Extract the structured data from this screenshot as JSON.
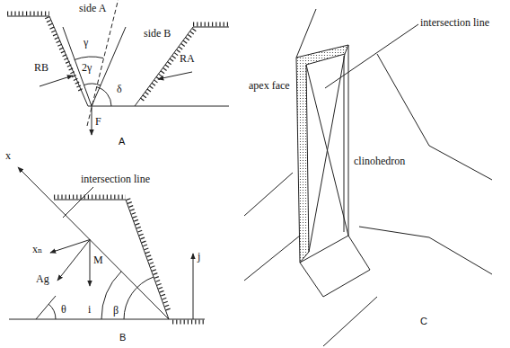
{
  "diagram": {
    "labels": [
      "side A",
      "γ",
      "2γ",
      "RB",
      "side B",
      "RA",
      "δ",
      "F",
      "A",
      "x⃗",
      "intersection line",
      "xₙ",
      "M",
      "Ag",
      "j",
      "θ",
      "i",
      "β",
      "B",
      "intersection line",
      "apex face",
      "clinohedron",
      "C"
    ]
  }
}
